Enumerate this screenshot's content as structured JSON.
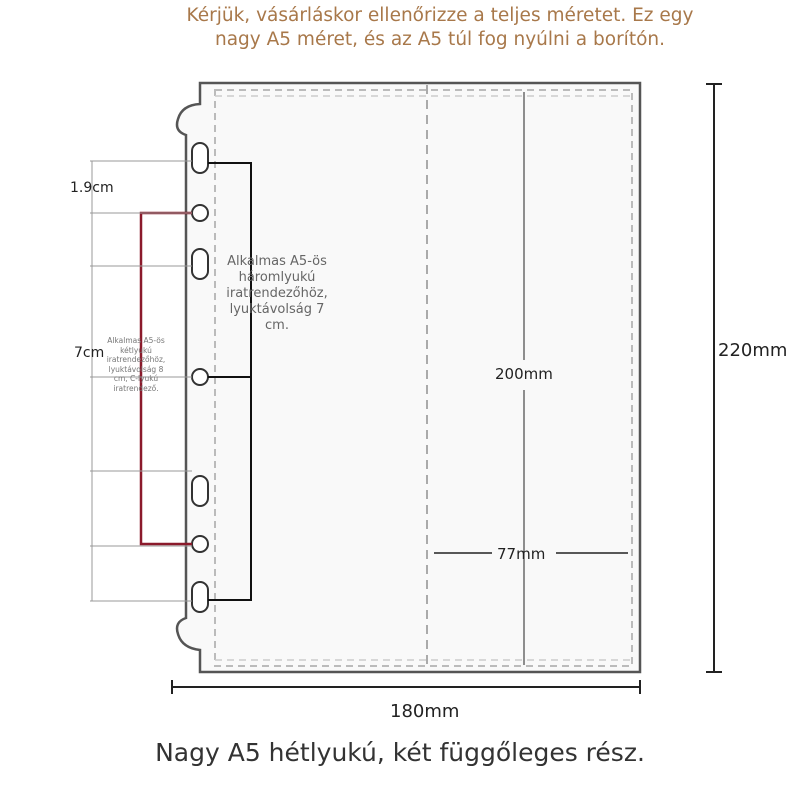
{
  "notice": "Kérjük, vásárláskor ellenőrizze a teljes méretet. Ez egy nagy A5 méret, és az A5 túl fog nyúlni a borítón.",
  "caption": "Nagy A5 hétlyukú, két függőleges rész.",
  "dimensions": {
    "hole_spacing_small": "1.9cm",
    "hole_spacing_large": "7cm",
    "total_height": "220mm",
    "inner_height": "200mm",
    "pocket_width": "77mm",
    "total_width": "180mm"
  },
  "notes": {
    "three_hole": "Alkalmas A5-ös háromlyukú iratrendezőhöz, lyuktávolság 7 cm.",
    "two_hole": "Alkalmas A5-ös kétlyukú iratrendezőhöz, lyuktávolság 8 cm, C-lyukú iratrendező."
  },
  "colors": {
    "notice": "#a8784a",
    "caption": "#333333",
    "accent_bracket": "#8b1a2b",
    "outline": "#555555",
    "dashed": "#bbbbbb"
  }
}
